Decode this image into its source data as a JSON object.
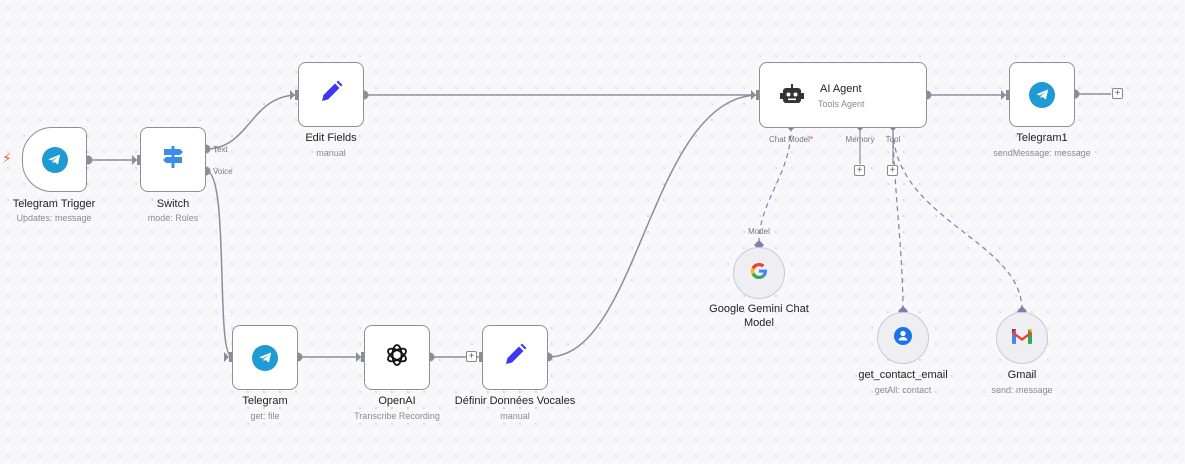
{
  "colors": {
    "telegram": "#1e9ad5",
    "edit": "#3d36f5",
    "switch": "#3a8de8",
    "bolt": "#f05a42",
    "edge": "#8d8d96"
  },
  "nodes": {
    "telegram_trigger": {
      "title": "Telegram Trigger",
      "subtitle": "Updates: message",
      "icon": "telegram-icon"
    },
    "switch": {
      "title": "Switch",
      "subtitle": "mode: Rules",
      "icon": "signpost-icon",
      "out_text": "Text",
      "out_voice": "Voice"
    },
    "edit_fields": {
      "title": "Edit Fields",
      "subtitle": "manual",
      "icon": "pencil-icon"
    },
    "ai_agent": {
      "title": "AI Agent",
      "subtitle": "Tools Agent",
      "icon": "robot-icon",
      "port_chat_model": "Chat Model",
      "required_mark": "*",
      "port_memory": "Memory",
      "port_tool": "Tool"
    },
    "telegram1": {
      "title": "Telegram1",
      "subtitle": "sendMessage: message",
      "icon": "telegram-icon"
    },
    "gemini": {
      "title_line1": "Google Gemini Chat",
      "title_line2": "Model",
      "port_model": "Model",
      "icon": "google-icon"
    },
    "contact": {
      "title": "get_contact_email",
      "subtitle": "getAll: contact",
      "icon": "contact-icon"
    },
    "gmail": {
      "title": "Gmail",
      "subtitle": "send: message",
      "icon": "gmail-icon"
    },
    "telegram_file": {
      "title": "Telegram",
      "subtitle": "get: file",
      "icon": "telegram-icon"
    },
    "openai": {
      "title": "OpenAI",
      "subtitle": "Transcribe Recording",
      "icon": "openai-icon"
    },
    "voice_data": {
      "title": "Définir Données Vocales",
      "subtitle": "manual",
      "icon": "pencil-icon"
    }
  },
  "plus_symbol": "+"
}
